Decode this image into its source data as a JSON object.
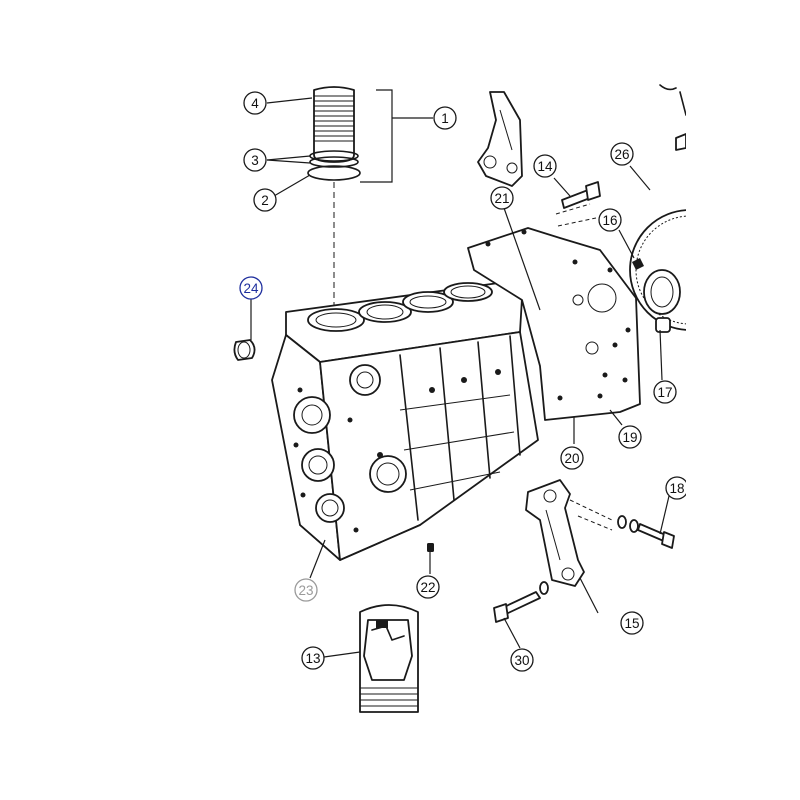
{
  "colors": {
    "line": "#1a1a1a",
    "background": "#ffffff",
    "highlight_callout": "#1f2f9e",
    "muted_callout": "#9a9a9a"
  },
  "callouts": [
    {
      "id": "c1",
      "label": "1",
      "style": "normal"
    },
    {
      "id": "c2",
      "label": "2",
      "style": "normal"
    },
    {
      "id": "c3",
      "label": "3",
      "style": "normal"
    },
    {
      "id": "c4",
      "label": "4",
      "style": "normal"
    },
    {
      "id": "c13",
      "label": "13",
      "style": "normal"
    },
    {
      "id": "c14",
      "label": "14",
      "style": "normal"
    },
    {
      "id": "c15",
      "label": "15",
      "style": "normal"
    },
    {
      "id": "c16",
      "label": "16",
      "style": "normal"
    },
    {
      "id": "c17",
      "label": "17",
      "style": "normal"
    },
    {
      "id": "c18",
      "label": "18",
      "style": "normal"
    },
    {
      "id": "c19",
      "label": "19",
      "style": "normal"
    },
    {
      "id": "c20",
      "label": "20",
      "style": "normal"
    },
    {
      "id": "c21",
      "label": "21",
      "style": "normal"
    },
    {
      "id": "c22",
      "label": "22",
      "style": "normal"
    },
    {
      "id": "c23",
      "label": "23",
      "style": "muted"
    },
    {
      "id": "c24",
      "label": "24",
      "style": "highlight"
    },
    {
      "id": "c26",
      "label": "26",
      "style": "normal"
    },
    {
      "id": "c30",
      "label": "30",
      "style": "normal"
    }
  ]
}
